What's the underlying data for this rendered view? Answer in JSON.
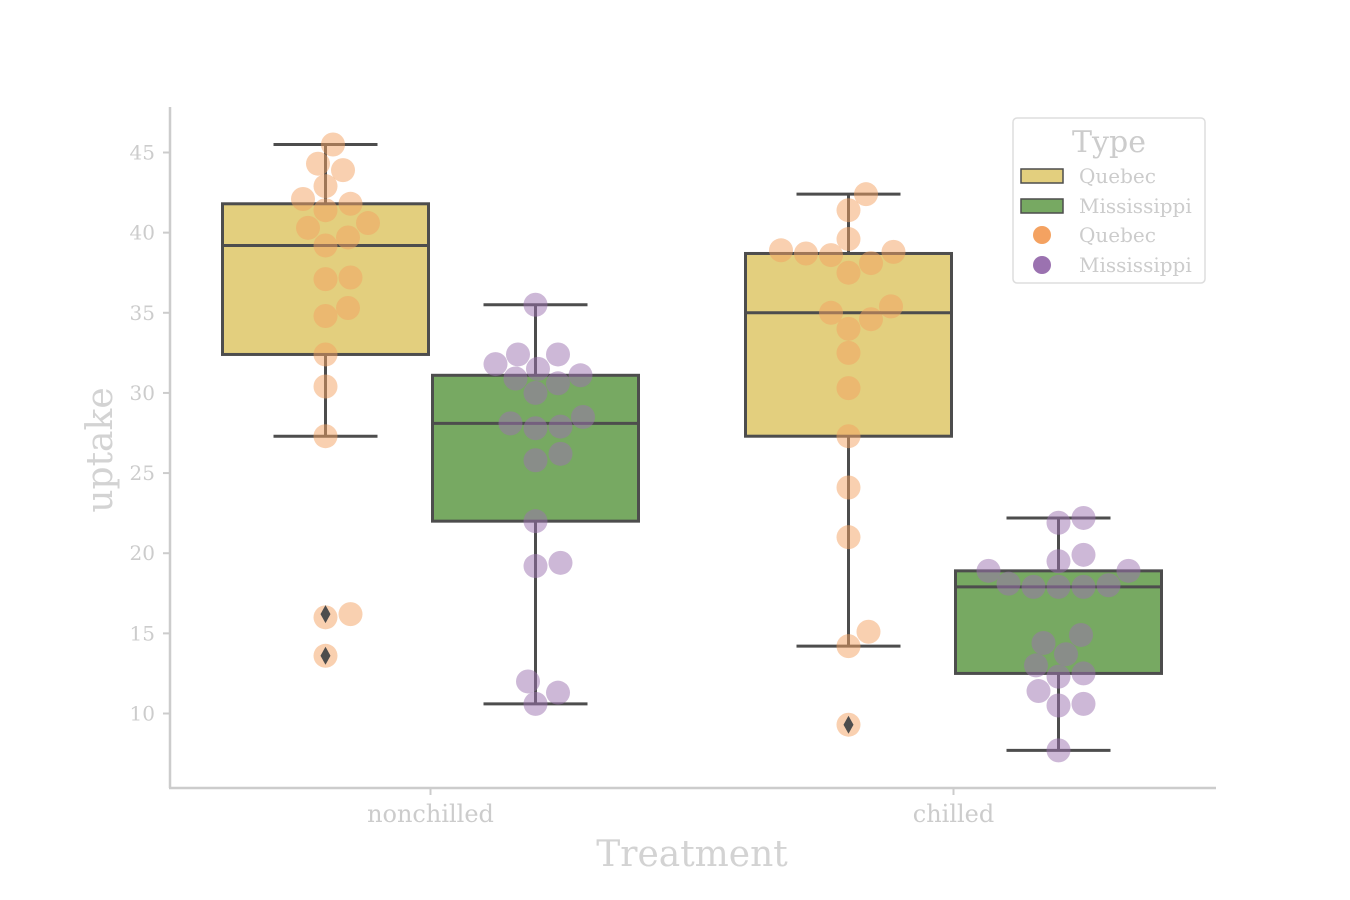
{
  "chart_data": {
    "type": "box",
    "overlay": "swarm",
    "xlabel": "Treatment",
    "ylabel": "uptake",
    "categories": [
      "nonchilled",
      "chilled"
    ],
    "hue_title": "Type",
    "hue_levels": [
      "Quebec",
      "Mississippi"
    ],
    "ylim": [
      5.3,
      47.8
    ],
    "yticks": [
      10,
      15,
      20,
      25,
      30,
      35,
      40,
      45
    ],
    "grid": false,
    "legend_position": "top-right",
    "legend_entries": [
      {
        "label": "Quebec",
        "kind": "box"
      },
      {
        "label": "Mississippi",
        "kind": "box"
      },
      {
        "label": "Quebec",
        "kind": "point"
      },
      {
        "label": "Mississippi",
        "kind": "point"
      }
    ],
    "colors": {
      "Quebec_box": "#e3cf7e",
      "Mississippi_box": "#77a962",
      "Quebec_point": "#f4a261",
      "Mississippi_point": "#9b72b0",
      "box_edge": "#4d4d4d",
      "axis": "#cccccc"
    },
    "boxes": [
      {
        "category": "nonchilled",
        "type": "Quebec",
        "whisker_low": 27.3,
        "q1": 32.4,
        "median": 39.2,
        "q3": 41.8,
        "whisker_high": 45.5,
        "outliers": [
          16.2,
          13.6
        ]
      },
      {
        "category": "nonchilled",
        "type": "Mississippi",
        "whisker_low": 10.6,
        "q1": 22.0,
        "median": 28.1,
        "q3": 31.1,
        "whisker_high": 35.5,
        "outliers": []
      },
      {
        "category": "chilled",
        "type": "Quebec",
        "whisker_low": 14.2,
        "q1": 27.3,
        "median": 35.0,
        "q3": 38.7,
        "whisker_high": 42.4,
        "outliers": [
          9.3
        ]
      },
      {
        "category": "chilled",
        "type": "Mississippi",
        "whisker_low": 7.7,
        "q1": 12.5,
        "median": 17.9,
        "q3": 18.9,
        "whisker_high": 22.2,
        "outliers": []
      }
    ],
    "points": [
      {
        "category": "nonchilled",
        "type": "Quebec",
        "values": [
          16.2,
          16.0,
          13.6,
          27.3,
          30.4,
          32.4,
          34.8,
          35.3,
          37.1,
          37.2,
          39.2,
          39.7,
          40.3,
          40.6,
          41.4,
          41.8,
          42.1,
          42.9,
          43.9,
          44.3,
          45.5
        ]
      },
      {
        "category": "nonchilled",
        "type": "Mississippi",
        "values": [
          10.6,
          11.3,
          12.0,
          19.2,
          19.4,
          22.0,
          25.8,
          26.2,
          27.8,
          27.9,
          28.1,
          28.5,
          30.0,
          30.6,
          30.9,
          31.1,
          31.5,
          31.8,
          32.4,
          32.4,
          35.5
        ]
      },
      {
        "category": "chilled",
        "type": "Quebec",
        "values": [
          9.3,
          14.2,
          15.1,
          21.0,
          24.1,
          27.3,
          30.3,
          32.5,
          34.0,
          34.6,
          35.0,
          35.4,
          37.5,
          38.1,
          38.6,
          38.7,
          38.8,
          38.9,
          39.6,
          41.4,
          42.4
        ]
      },
      {
        "category": "chilled",
        "type": "Mississippi",
        "values": [
          7.7,
          10.5,
          10.6,
          11.4,
          12.3,
          12.5,
          13.0,
          13.7,
          14.4,
          14.9,
          17.9,
          17.9,
          17.9,
          18.0,
          18.1,
          18.9,
          18.9,
          19.5,
          19.9,
          21.9,
          22.2
        ]
      }
    ]
  }
}
